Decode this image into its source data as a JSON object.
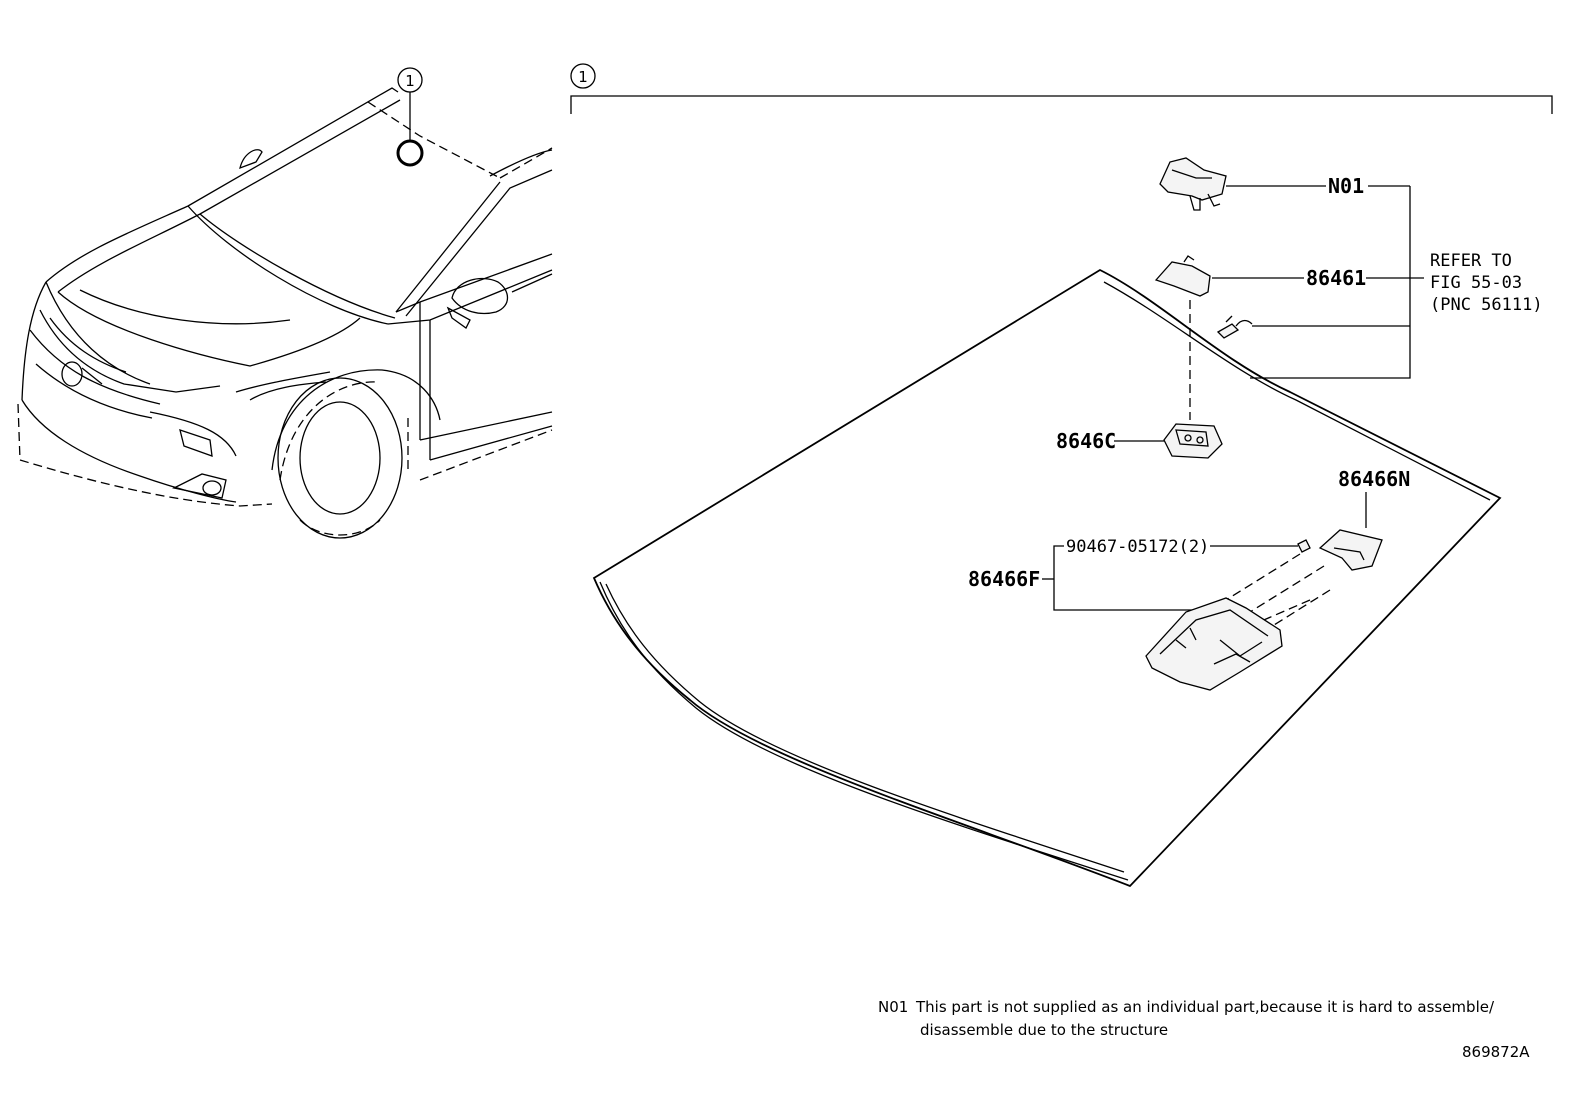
{
  "diagram": {
    "callouts": [
      {
        "id": "callout-1-car",
        "number": "1"
      },
      {
        "id": "callout-1-assembly",
        "number": "1"
      }
    ],
    "parts": {
      "n01": "N01",
      "p86461": "86461",
      "p8646C": "8646C",
      "p86466N": "86466N",
      "p86466F": "86466F",
      "bolt": "90467-05172(2)"
    },
    "reference": {
      "line1": "REFER TO",
      "line2": "FIG 55-03",
      "line3": "(PNC 56111)"
    },
    "note": {
      "code": "N01",
      "line1": "This part is not supplied as an individual part,because it is hard to assemble/",
      "line2": "disassemble due to the structure"
    },
    "figure_id": "869872A"
  }
}
